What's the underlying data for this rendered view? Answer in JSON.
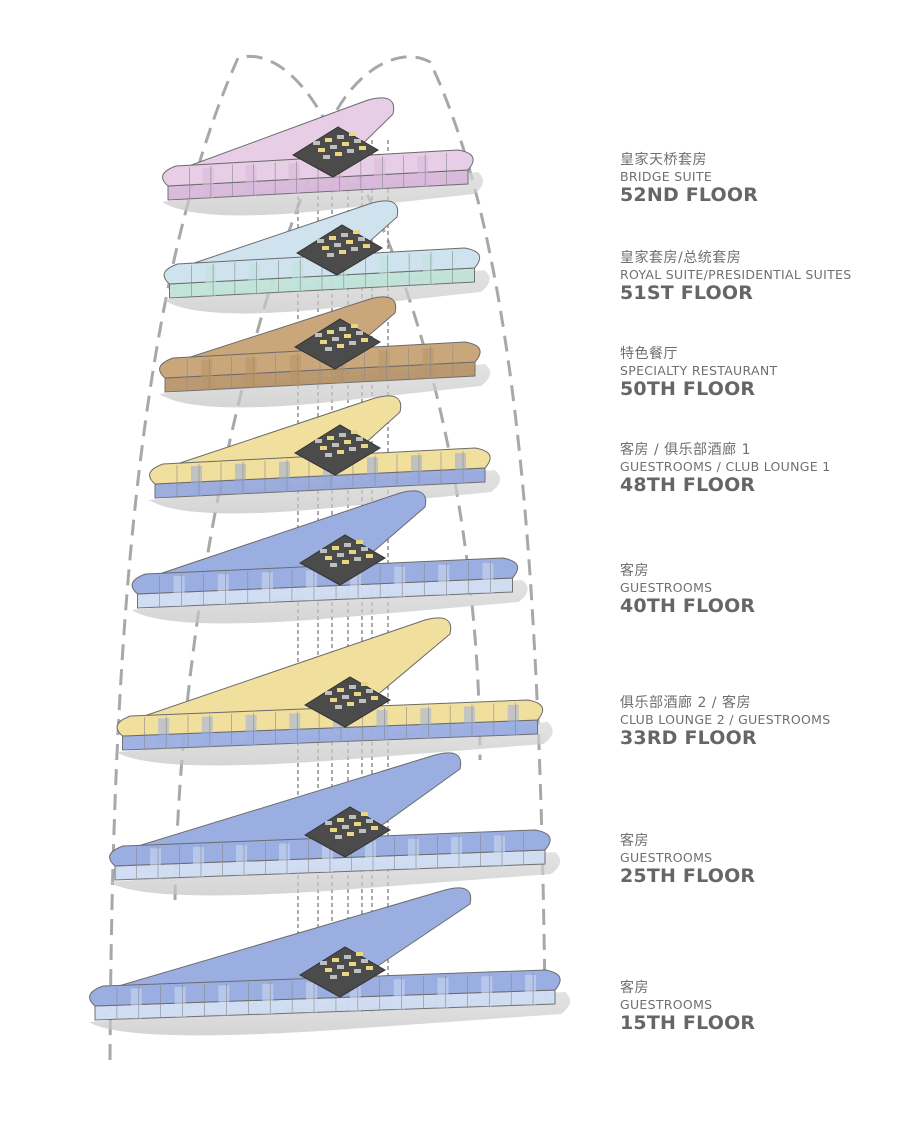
{
  "floors": [
    {
      "zh": "皇家天桥套房",
      "en": "BRIDGE SUITE",
      "floor": "52ND FLOOR",
      "palette": "bridge",
      "colors": {
        "a": "#e7cde6",
        "b": "#d9b8db"
      }
    },
    {
      "zh": "皇家套房/总统套房",
      "en": "ROYAL SUITE/PRESIDENTIAL SUITES",
      "floor": "51ST FLOOR",
      "palette": "royal",
      "colors": {
        "a": "#cfe3ef",
        "b": "#bfe3d9"
      }
    },
    {
      "zh": "特色餐厅",
      "en": "SPECIALTY RESTAURANT",
      "floor": "50TH FLOOR",
      "palette": "restaurant",
      "colors": {
        "a": "#c9a77b",
        "b": "#b8956a"
      }
    },
    {
      "zh": "客房 / 俱乐部酒廊 1",
      "en": "GUESTROOMS / CLUB LOUNGE 1",
      "floor": "48TH FLOOR",
      "palette": "lounge1",
      "colors": {
        "a": "#f1df9e",
        "b": "#98a9dd"
      }
    },
    {
      "zh": "客房",
      "en": "GUESTROOMS",
      "floor": "40TH FLOOR",
      "palette": "guest",
      "colors": {
        "a": "#9aaee2",
        "b": "#cfdcf2"
      }
    },
    {
      "zh": "俱乐部酒廊 2 / 客房",
      "en": "CLUB LOUNGE 2 / GUESTROOMS",
      "floor": "33RD FLOOR",
      "palette": "lounge2",
      "colors": {
        "a": "#f1df9e",
        "b": "#9aaee2"
      }
    },
    {
      "zh": "客房",
      "en": "GUESTROOMS",
      "floor": "25TH FLOOR",
      "palette": "guest",
      "colors": {
        "a": "#9aaee2",
        "b": "#cfdcf2"
      }
    },
    {
      "zh": "客房",
      "en": "GUESTROOMS",
      "floor": "15TH FLOOR",
      "palette": "guest",
      "colors": {
        "a": "#9aaee2",
        "b": "#cfdcf2"
      }
    }
  ]
}
